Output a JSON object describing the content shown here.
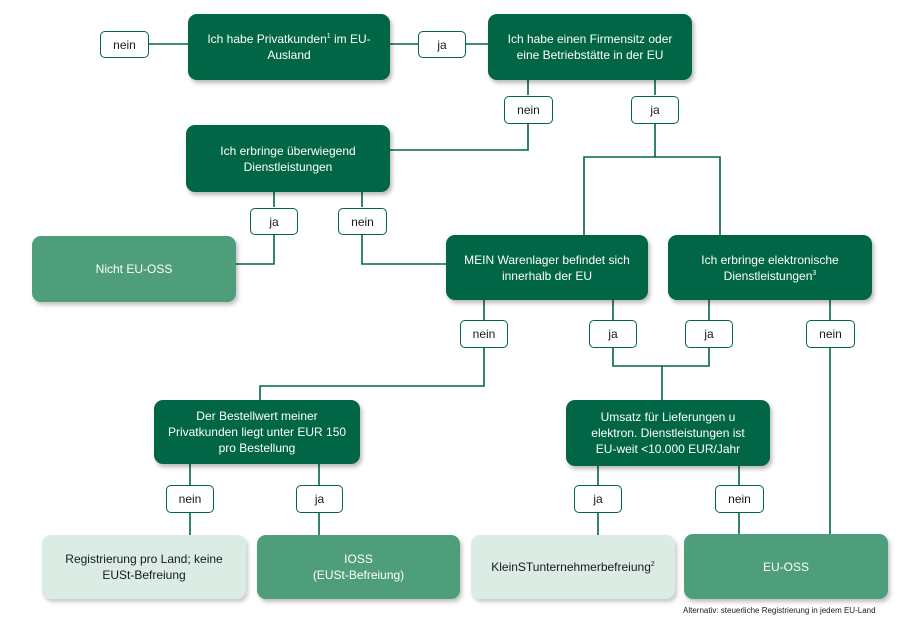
{
  "boxes": {
    "privatkunden": {
      "text": "Ich habe Privatkunden",
      "sup": "1",
      "text2": "im EU-Ausland"
    },
    "firmensitz": {
      "line1": "Ich habe einen Firmensitz oder",
      "line2": "eine Betriebstätte in der EU"
    },
    "dienstleistungen": {
      "line1": "Ich erbringe überwiegend",
      "line2": "Dienstleistungen"
    },
    "nicht_eu_oss": {
      "text": "Nicht EU-OSS"
    },
    "warenlager": {
      "line1": "MEIN Warenlager befindet sich",
      "line2": "innerhalb der EU"
    },
    "elektronische": {
      "line1": "Ich erbringe elektronische",
      "line2": "Dienstleistungen",
      "sup": "3"
    },
    "bestellwert": {
      "line1": "Der Bestellwert meiner",
      "line2": "Privatkunden liegt unter EUR 150",
      "line3": "pro Bestellung"
    },
    "umsatz": {
      "line1": "Umsatz für Lieferungen u",
      "line2": "elektron. Dienstleistungen ist",
      "line3": "EU-weit <10.000 EUR/Jahr"
    },
    "registrierung": {
      "line1": "Registrierung pro Land; keine",
      "line2": "EUSt-Befreiung"
    },
    "ioss": {
      "line1": "IOSS",
      "line2": "(EUSt-Befreiung)"
    },
    "kleinunternehmer": {
      "text": "KleinSTunternehmerbefreiung",
      "sup": "2"
    },
    "eu_oss": {
      "text": "EU-OSS"
    }
  },
  "labels": {
    "nein": "nein",
    "ja": "ja"
  },
  "footnote": "Alternativ: steuerliche Registrierung in jedem EU-Land",
  "colors": {
    "dark": "#006646",
    "mid": "#4f9e7b",
    "light": "#daece4"
  }
}
